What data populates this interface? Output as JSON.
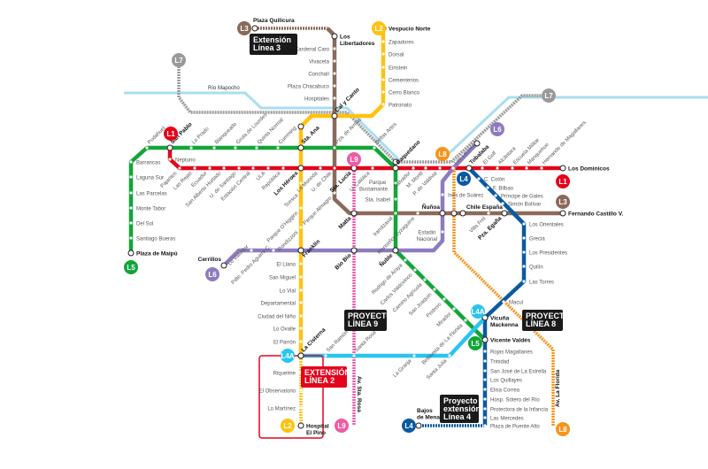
{
  "title": "Red de Metro de Santiago",
  "colors": {
    "L1": "#e3051b",
    "L2": "#ffc20e",
    "L3": "#8b6a5a",
    "L4": "#0b5aa2",
    "L4A": "#29c4ef",
    "L5": "#12a538",
    "L6": "#8e7bbf",
    "L7": "#9a9a9a",
    "L8": "#f7941d",
    "L9": "#ee5ca4",
    "river": "#a9def0",
    "box": "#1a1a1a",
    "ext": "#e3051b"
  },
  "river_label": "Río Mapocho",
  "street_labels": {
    "av_sta_rosa": "Av. Sta. Rosa",
    "av_la_florida": "Av. La Florida"
  },
  "project_boxes": {
    "ext_l3": [
      "Extensión",
      "Línea 3"
    ],
    "proj_l9": [
      "PROYECTO",
      "LÍNEA 9"
    ],
    "proj_l8": [
      "PROYECTO",
      "LÍNEA 8"
    ],
    "ext_l2": [
      "EXTENSIÓN",
      "LÍNEA 2"
    ],
    "ext_l4": [
      "Proyecto",
      "extensión",
      "Línea 4"
    ]
  },
  "badges": [
    "L3",
    "L2",
    "L7",
    "L7",
    "L1",
    "L5",
    "L6",
    "L9",
    "L8",
    "L6",
    "L4",
    "L1",
    "L3",
    "L4A",
    "L5",
    "L4A",
    "L2",
    "L9",
    "L4",
    "L8"
  ],
  "lines": [
    {
      "id": "L1",
      "stations": [
        "San Pablo",
        "Neptuno",
        "Pajaritos",
        "Las Rejas",
        "Ecuador",
        "San Alberto Hurtado",
        "U. de Santiago",
        "Estación Central",
        "ULA",
        "República",
        "Los Héroes",
        "La Moneda",
        "U. de Chile",
        "Sta. Lucía",
        "U. Católica",
        "Baquedano",
        "Salvador",
        "M. Montt",
        "P. de Valdivia",
        "Los Leones",
        "Tobalaba",
        "El Golf",
        "Alcántara",
        "Escuela Militar",
        "Manquehue",
        "Hernando de Magallanes",
        "Los Dominicos"
      ]
    },
    {
      "id": "L5",
      "stations": [
        "Plaza de Maipú",
        "Santiago Bueras",
        "Del Sol",
        "Monte Tabor",
        "Las Parcelas",
        "Laguna Sur",
        "Barrancas",
        "Pudahuel",
        "Lo Prado",
        "Blanqueado",
        "Gruta de Lourdes",
        "Quinta Normal",
        "Cumming",
        "Sta. Ana",
        "Pza. de Armas",
        "Bellas Artes",
        "Parque Bustamante",
        "Sta. Isabel",
        "Irarrázaval",
        "Ñuble",
        "Rodrigo de Araya",
        "Carlos Valdovinos",
        "Camino Agrícola",
        "San Joaquín",
        "Pedrero",
        "Mirador",
        "Bellavista de La Florida",
        "Vicente Valdés"
      ]
    },
    {
      "id": "L2",
      "stations": [
        "Vespucio Norte",
        "Zapadores",
        "Dorsal",
        "Einstein",
        "Cementerios",
        "Cerro Blanco",
        "Patronato",
        "Cal y Canto",
        "Toesca",
        "Parque O'Higgins",
        "Rondizzoni",
        "Franklin",
        "El Llano",
        "San Miguel",
        "Lo Vial",
        "Departamental",
        "Ciudad del Niño",
        "Lo Ovalle",
        "El Parrón",
        "La Cisterna",
        "Riquelme",
        "El Observatorio",
        "Lo Martínez",
        "Hospital El Pino"
      ]
    },
    {
      "id": "L3",
      "stations": [
        "Plaza Quilicura",
        "Los Libertadores",
        "Cardenal Caro",
        "Vivaceta",
        "Conchalí",
        "Plaza Chacabuco",
        "Hospitales",
        "Parque Almagro",
        "Matta",
        "Monseñor Eyzaguirre",
        "Ñuñoa",
        "Chile España",
        "Villa Frei",
        "Pza. Egaña",
        "Fernando Castillo V."
      ]
    },
    {
      "id": "L4",
      "stations": [
        "C. Colón",
        "F. Bilbao",
        "Príncipe de Gales",
        "Simón Bolívar",
        "Los Orientales",
        "Grecia",
        "Los Presidentes",
        "Quilín",
        "Las Torres",
        "Macul",
        "Vicuña Mackenna",
        "Rojas Magallanes",
        "Trinidad",
        "San José de La Estrella",
        "Los Quillayes",
        "Elisa Correa",
        "Hosp. Sótero del Río",
        "Protectora de la Infancia",
        "Las Mercedes",
        "Plaza de Puente Alto",
        "Bajos de Mena"
      ]
    },
    {
      "id": "L4A",
      "stations": [
        "Santa Julia",
        "La Granja",
        "Santa Rosa",
        "San Ramón"
      ]
    },
    {
      "id": "L6",
      "stations": [
        "Cerrillos",
        "Lo Valledor",
        "Pdte. Pedro Aguirre C.",
        "Bío Bío",
        "Estadio Nacional",
        "Inés de Suárez"
      ]
    }
  ]
}
